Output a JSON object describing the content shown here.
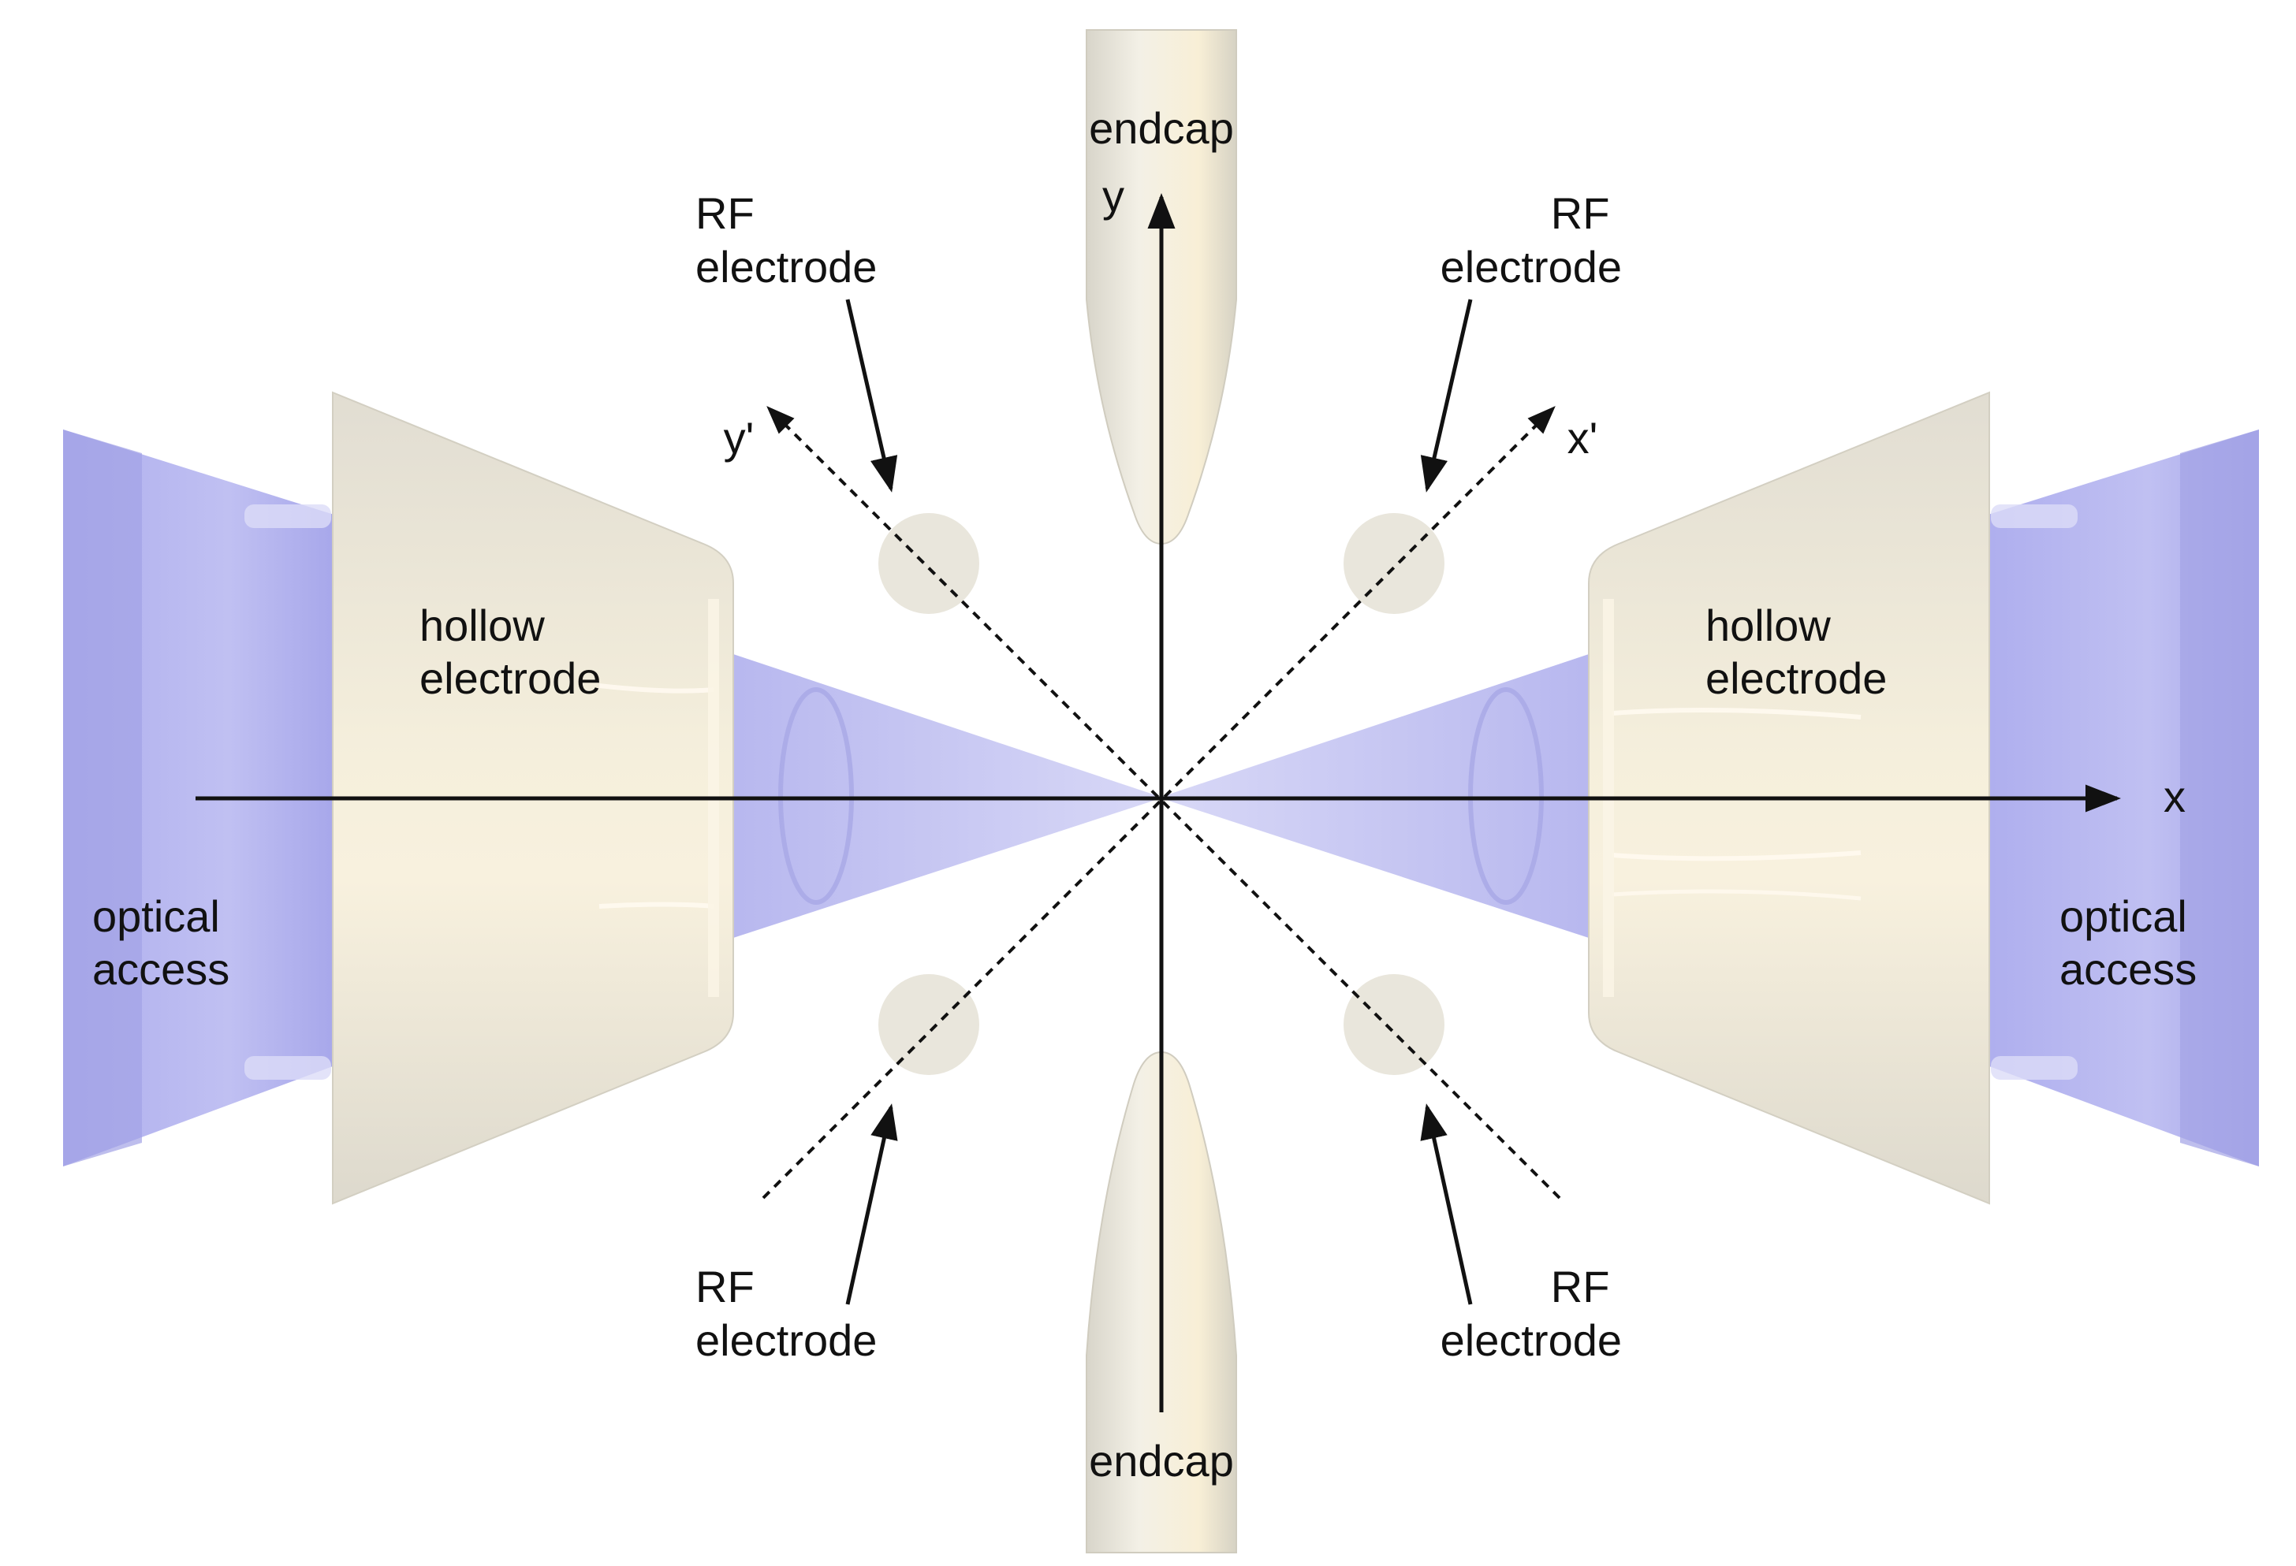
{
  "labels": {
    "endcap_top": "endcap",
    "endcap_bottom": "endcap",
    "axis_y": "y",
    "axis_x": "x",
    "axis_x_prime": "x'",
    "axis_y_prime": "y'",
    "rf_top_left": [
      "RF",
      "electrode"
    ],
    "rf_top_right": [
      "RF",
      "electrode"
    ],
    "rf_bottom_left": [
      "RF",
      "electrode"
    ],
    "rf_bottom_right": [
      "RF",
      "electrode"
    ],
    "hollow_left": [
      "hollow",
      "electrode"
    ],
    "hollow_right": [
      "hollow",
      "electrode"
    ],
    "optical_left": [
      "optical",
      "access"
    ],
    "optical_right": [
      "optical",
      "access"
    ]
  },
  "colors": {
    "electrode": "#e9e6dc",
    "electrode_highlight": "#f6f2e4",
    "optical": "#b9b9ef",
    "optical_dark": "#9d9de6",
    "cone": "#c3c3f1",
    "ink": "#111111"
  }
}
